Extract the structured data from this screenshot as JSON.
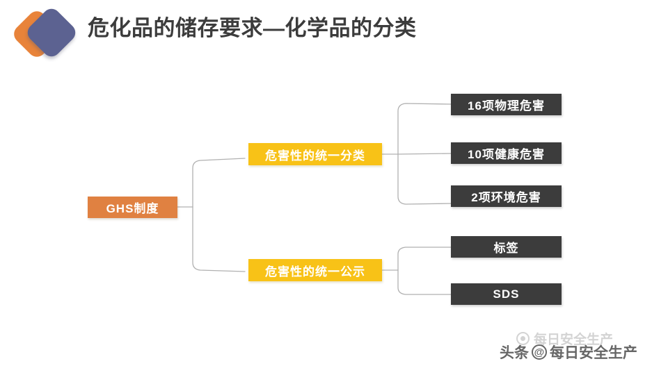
{
  "header": {
    "title": "危化品的储存要求—化学品的分类",
    "logo_icon": "double-diamond-logo-icon"
  },
  "colors": {
    "background": "#ffffff",
    "title_text": "#3C3C3C",
    "root_node": "#E08141",
    "mid_node": "#F8C217",
    "leaf_node": "#3C3C3C",
    "node_text": "#FFFFFF",
    "connector_line": "#B0B0B0",
    "logo_orange": "#E8833A",
    "logo_blue": "#5C6291"
  },
  "diagram": {
    "type": "tree",
    "root": {
      "id": "ghs",
      "label": "GHS制度",
      "style": "root"
    },
    "branches": [
      {
        "id": "classification",
        "label": "危害性的统一分类",
        "style": "mid",
        "children": [
          {
            "id": "physical",
            "label": "16项物理危害",
            "style": "leaf"
          },
          {
            "id": "health",
            "label": "10项健康危害",
            "style": "leaf"
          },
          {
            "id": "environment",
            "label": "2项环境危害",
            "style": "leaf"
          }
        ]
      },
      {
        "id": "communication",
        "label": "危害性的统一公示",
        "style": "mid",
        "children": [
          {
            "id": "label",
            "label": "标签",
            "style": "leaf"
          },
          {
            "id": "sds",
            "label": "SDS",
            "style": "leaf"
          }
        ]
      }
    ]
  },
  "watermarks": {
    "faint": {
      "icon": "circle-dot-icon",
      "text": "每日安全生产"
    },
    "main": {
      "prefix": "头条",
      "at_icon": "at-sign-icon",
      "text": "每日安全生产"
    }
  }
}
